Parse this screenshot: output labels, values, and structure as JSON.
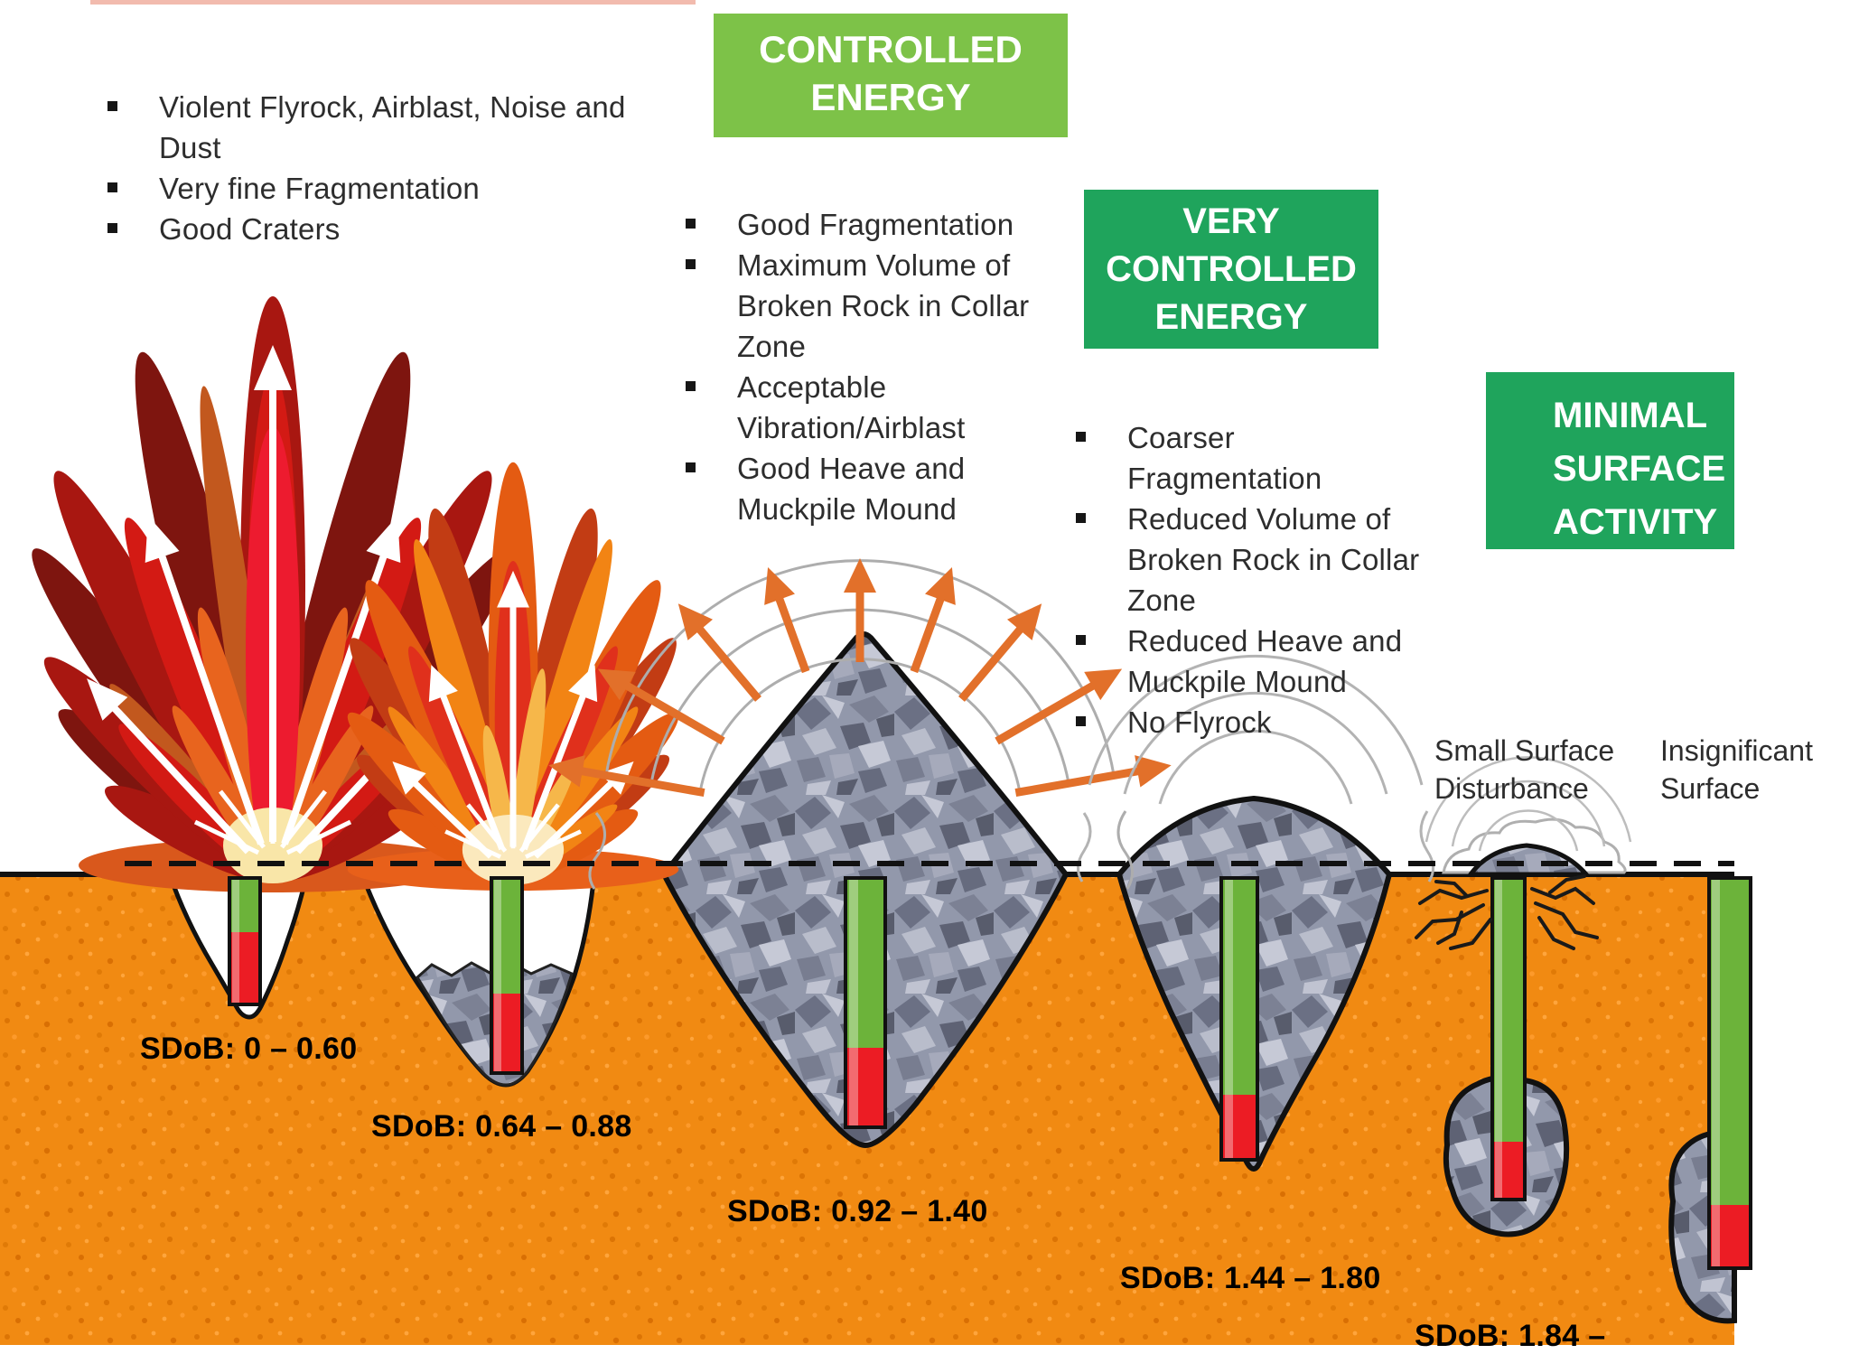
{
  "banners": {
    "controlled": "CONTROLLED\nENERGY",
    "very_controlled": "VERY\nCONTROLLED\nENERGY",
    "minimal": "MINIMAL\nSURFACE\nACTIVITY"
  },
  "bullet_lists": {
    "violent_energy": [
      "Violent Flyrock, Airblast, Noise and\nDust",
      "Very fine Fragmentation",
      "Good Craters"
    ],
    "controlled_energy": [
      "Good Fragmentation",
      "Maximum Volume of\nBroken Rock in Collar\nZone",
      "Acceptable\nVibration/Airblast",
      "Good Heave and\nMuckpile Mound"
    ],
    "very_controlled_energy": [
      "Coarser\nFragmentation",
      "Reduced Volume of\nBroken Rock in Collar\nZone",
      "Reduced Heave and\nMuckpile Mound",
      "No Flyrock"
    ]
  },
  "annotations": {
    "small_surface": "Small Surface\nDisturbance",
    "insignificant_surface": "Insignificant\nSurface"
  },
  "sdob_labels": [
    "SDoB: 0 – 0.60",
    "SDoB: 0.64 – 0.88",
    "SDoB: 0.92 – 1.40",
    "SDoB: 1.44 – 1.80",
    "SDoB: 1.84 –"
  ],
  "colors": {
    "ground_orange": "#F18A12",
    "controlled_box_green": "#7DC248",
    "very_controlled_box_green": "#1FA45C",
    "stemming_green": "#6CB33A",
    "explosive_red": "#EC1C24",
    "broken_rock_gray": "#9298AB",
    "energy_arrow_orange": "#E2702A"
  }
}
